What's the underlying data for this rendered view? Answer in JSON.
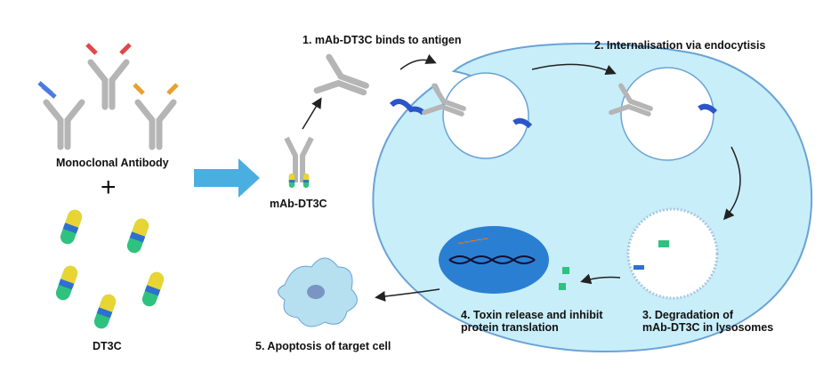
{
  "labels": {
    "antibody": "Monoclonal Antibody",
    "plus": "+",
    "drug": "DT3C",
    "conjugate": "mAb-DT3C",
    "step1": "1.  mAb-DT3C binds to antigen",
    "step2": "2. Internalisation via endocytisis",
    "step3a": "3.  Degradation of",
    "step3b": "mAb-DT3C in lysosomes",
    "step4a": "4.  Toxin release and inhibit",
    "step4b": "protein translation",
    "step5": "5.  Apoptosis of target cell"
  },
  "colors": {
    "cell_fill": "#c8eef9",
    "cell_border": "#6aa3d6",
    "nucleus": "#2b7fd3",
    "arrow_big": "#4aaee0",
    "antibody": "#b9b9b9",
    "capsule_yellow": "#e8d533",
    "capsule_green": "#2ec27e",
    "capsule_band": "#2f6fd0",
    "receptor": "#2b55c9",
    "toxin_text": "#e8741e"
  }
}
